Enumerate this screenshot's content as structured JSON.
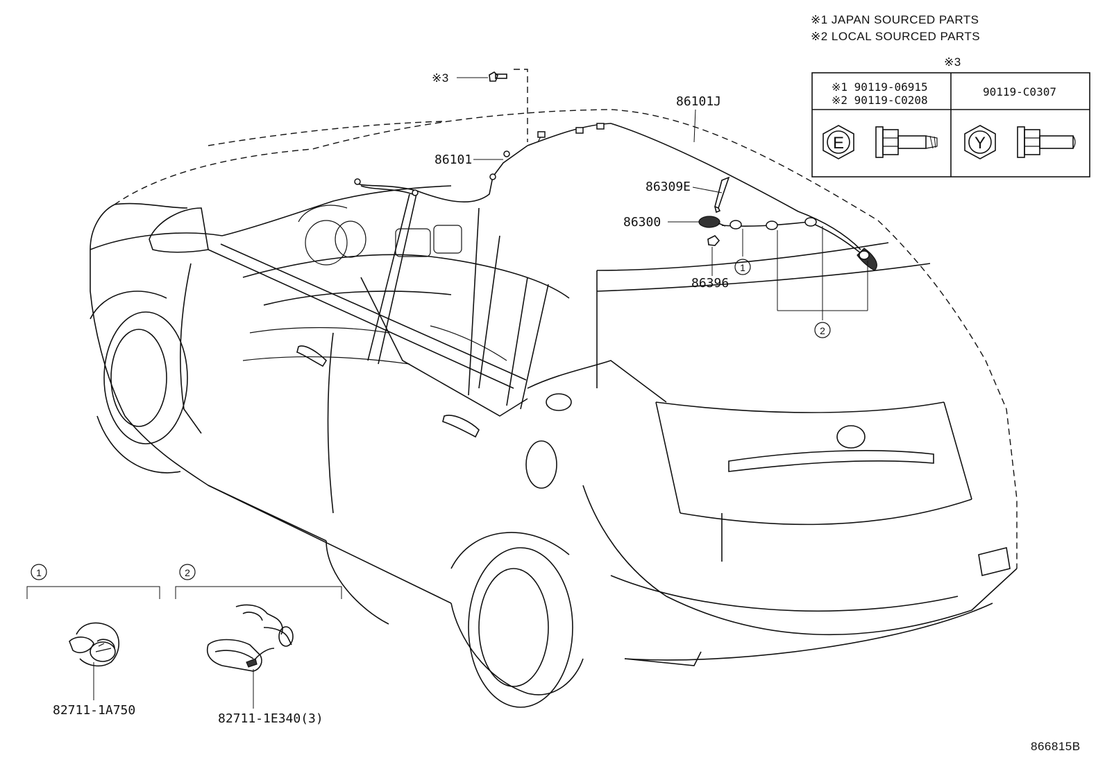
{
  "notes": {
    "japan_sourced": "※1 JAPAN SOURCED PARTS",
    "local_sourced": "※2 LOCAL SOURCED PARTS"
  },
  "fastener_table": {
    "title": "※3",
    "col1_line1": "※1  90119-06915",
    "col1_line2": "※2  90119-C0208",
    "col2": "90119-C0307",
    "col1_mark": "E",
    "col2_mark": "Y"
  },
  "callouts": {
    "bolt_ref": "※3",
    "p86101": "86101",
    "p86101j": "86101J",
    "p86309e": "86309E",
    "p86300": "86300",
    "p86396": "86396",
    "circle1": "1",
    "circle2": "2"
  },
  "detail_groups": [
    {
      "marker": "1",
      "part_number": "82711-1A750"
    },
    {
      "marker": "2",
      "part_number": "82711-1E340(3)"
    }
  ],
  "diagram_id": "866815B"
}
